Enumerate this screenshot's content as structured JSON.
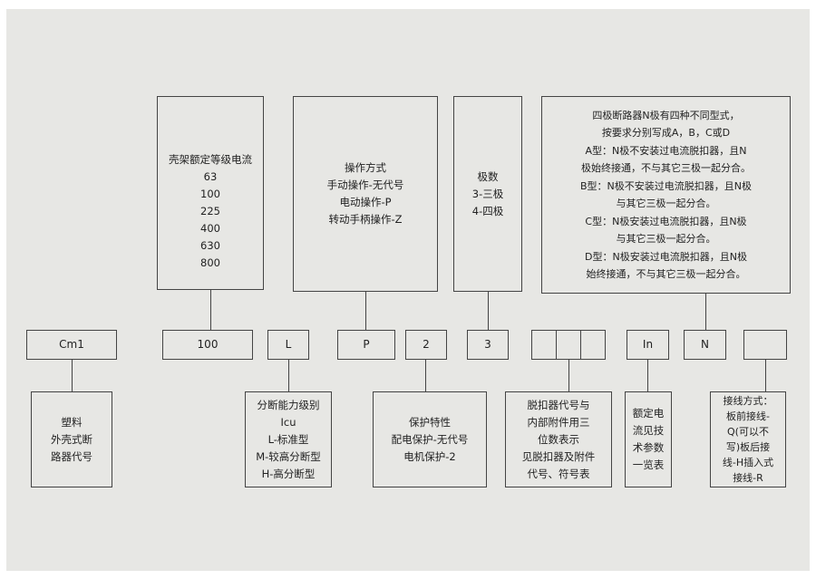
{
  "top_boxes": {
    "frame_current": {
      "title": "壳架额定等级电流",
      "values": [
        "63",
        "100",
        "225",
        "400",
        "630",
        "800"
      ]
    },
    "operation": {
      "lines": [
        "操作方式",
        "手动操作-无代号",
        "电动操作-P",
        "转动手柄操作-Z"
      ]
    },
    "poles": {
      "lines": [
        "极数",
        "3-三极",
        "4-四极"
      ]
    },
    "four_pole_n": {
      "lines": [
        "四极断路器N极有四种不同型式，",
        "按要求分别写成A，B，C或D",
        "A型：N极不安装过电流脱扣器，且N",
        "极始终接通，不与其它三极一起分合。",
        "B型：N极不安装过电流脱扣器，且N极",
        "与其它三极一起分合。",
        "C型：N极安装过电流脱扣器，且N极",
        "与其它三极一起分合。",
        "D型：N极安装过电流脱扣器，且N极",
        "始终接通，不与其它三极一起分合。"
      ]
    }
  },
  "code_row": {
    "cm1": "Cm1",
    "current": "100",
    "breaking": "L",
    "operation": "P",
    "protection": "2",
    "poles": "3",
    "release_cells": [
      "",
      "",
      ""
    ],
    "in": "In",
    "n_type": "N",
    "connection": ""
  },
  "bottom_boxes": {
    "product": {
      "lines": [
        "塑料",
        "外壳式断",
        "路器代号"
      ]
    },
    "breaking": {
      "lines": [
        "分断能力级别",
        "Icu",
        "L-标准型",
        "M-较高分断型",
        "H-高分断型"
      ]
    },
    "protection": {
      "lines": [
        "保护特性",
        "配电保护-无代号",
        "电机保护-2"
      ]
    },
    "release": {
      "lines": [
        "脱扣器代号与",
        "内部附件用三",
        "位数表示",
        "见脱扣器及附件",
        "代号、符号表"
      ]
    },
    "rated_current": {
      "lines": [
        "额定电",
        "流见技",
        "术参数",
        "一览表"
      ]
    },
    "connection": {
      "lines": [
        "接线方式：",
        "板前接线-",
        "Q(可以不",
        "写)板后接",
        "线-H插入式",
        "接线-R"
      ]
    }
  }
}
